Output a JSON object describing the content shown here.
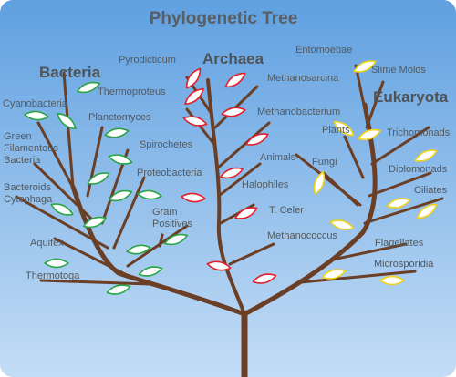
{
  "title": "Phylogenetic Tree",
  "domains": {
    "bacteria": "Bacteria",
    "archaea": "Archaea",
    "eukaryota": "Eukaryota"
  },
  "colors": {
    "background_top": "#5fa0e0",
    "background_bottom": "#c4ddf6",
    "branch": "#6b3e26",
    "bacteria_leaf": "#2aa544",
    "archaea_leaf": "#e2202a",
    "eukaryota_leaf": "#f0d21c",
    "label": "#54595d"
  },
  "labels": {
    "cyanobacteria": "Cyanobacteria",
    "green_filamentous_1": "Green",
    "green_filamentous_2": "Filamentous",
    "green_filamentous_3": "Bacteria",
    "bacteroids_1": "Bacteroids",
    "bacteroids_2": "Cytophaga",
    "aquifex": "Aquifex",
    "thermotoga": "Thermotoga",
    "planctomyces": "Planctomyces",
    "spirochetes": "Spirochetes",
    "proteobacteria": "Proteobacteria",
    "gram_positives_1": "Gram",
    "gram_positives_2": "Positives",
    "pyrodicticum": "Pyrodicticum",
    "thermoproteus": "Thermoproteus",
    "methanosarcina": "Methanosarcina",
    "methanobacterium": "Methanobacterium",
    "halophiles": "Halophiles",
    "t_celer": "T. Celer",
    "methanococcus": "Methanococcus",
    "entomoebae": "Entomoebae",
    "slime_molds": "Slime Molds",
    "plants": "Plants",
    "animals": "Animals",
    "fungi": "Fungi",
    "trichomonads": "Trichomonads",
    "diplomonads": "Diplomonads",
    "ciliates": "Ciliates",
    "flagellates": "Flagellates",
    "microsporidia": "Microsporidia"
  }
}
